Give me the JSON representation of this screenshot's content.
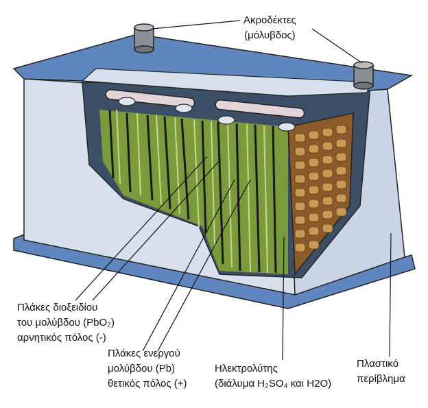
{
  "title": "Lead-acid battery cutaway",
  "labels": {
    "terminals": {
      "line1": "Ακροδέκτες",
      "line2": "(μόλυβδος)"
    },
    "pbo2_plates": {
      "line1": "Πλάκες διοξειδίου",
      "line2": "του μολύβδου (PbO₂)",
      "line3": "αρνητικός πόλος (-)"
    },
    "pb_plates": {
      "line1": "Πλάκες ενεργού",
      "line2": "μολύβδου (Pb)",
      "line3": "θετικός πόλος (+)"
    },
    "electrolyte": {
      "line1": "Ηλεκτρολύτης",
      "line2": "(διάλυμα H₂SO₄ και H2O)"
    },
    "casing": {
      "line1": "Πλαστικό",
      "line2": "περίβλημα"
    }
  },
  "colors": {
    "case_blue": "#5f86bf",
    "case_light": "#d7e0ec",
    "plate_green": "#7a9a3c",
    "grid_brown": "#8a5a2a"
  }
}
